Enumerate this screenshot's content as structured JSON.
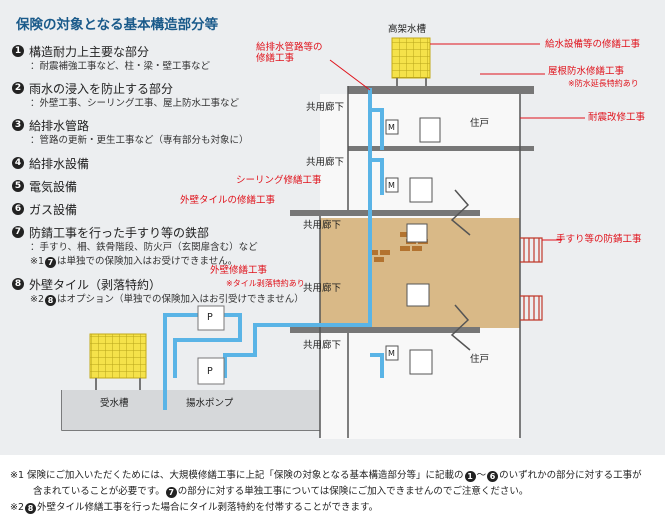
{
  "title": "保険の対象となる基本構造部分等",
  "items": [
    {
      "num": "1",
      "head": "構造耐力上主要な部分",
      "sub": "：耐震補強工事など、柱・梁・壁工事など"
    },
    {
      "num": "2",
      "head": "雨水の浸入を防止する部分",
      "sub": "：外壁工事、シーリング工事、屋上防水工事など"
    },
    {
      "num": "3",
      "head": "給排水管路",
      "sub": "：管路の更新・更生工事など（専有部分も対象に）"
    },
    {
      "num": "4",
      "head": "給排水設備",
      "sub": ""
    },
    {
      "num": "5",
      "head": "電気設備",
      "sub": ""
    },
    {
      "num": "6",
      "head": "ガス設備",
      "sub": ""
    },
    {
      "num": "7",
      "head": "防錆工事を行った手すり等の鉄部",
      "sub": "：手すり、柵、鉄骨階段、防火戸（玄関扉含む）など",
      "note_pre": "※1",
      "note_num": "7",
      "note_post": "は単独での保険加入はお受けできません。"
    },
    {
      "num": "8",
      "head": "外壁タイル（剥落特約）",
      "sub": "",
      "note_pre": "※2",
      "note_num": "8",
      "note_post": "はオプション（単独での保険加入はお引受けできません）"
    }
  ],
  "labels": {
    "tank_roof": "高架水槽",
    "drain_pipe": [
      "給排水管路等の",
      "修繕工事"
    ],
    "water_equipment": "給水設備等の修繕工事",
    "roof_waterproof": "屋根防水修繕工事",
    "roof_waterproof_note": "※防水延長特約あり",
    "seismic": "耐震改修工事",
    "sealing": "シーリング修繕工事",
    "tile_repair": "外壁タイルの修繕工事",
    "handrail": "手すり等の防錆工事",
    "wall_repair": "外壁修繕工事",
    "wall_repair_note": "※タイル剥落特約あり",
    "corridor": "共用廊下",
    "dwelling": "住戸",
    "receiving_tank": "受水槽",
    "pump": "揚水ポンプ",
    "pump_mark": "P",
    "meter_mark": "M"
  },
  "footer": {
    "note1_a": "※1 保険にご加入いただくためには、大規模修繕工事に上記「保険の対象となる基本構造部分等」に記載の",
    "note1_num1": "1",
    "note1_b": "～",
    "note1_num2": "6",
    "note1_c": "のいずれかの部分に対する工事が",
    "note1_d": "含まれていることが必要です。",
    "note1_num3": "7",
    "note1_e": "の部分に対する単独工事については保険にご加入できませんのでご注意ください。",
    "note2_a": "※2",
    "note2_num": "8",
    "note2_b": "外壁タイル修繕工事を行った場合にタイル剥落特約を付帯することができます。"
  },
  "colors": {
    "accent": "#1a5a8a",
    "label_red": "#e0121b",
    "pipe": "#5ab4e6",
    "tank": "#f2e24a",
    "tile": "#d9b987"
  }
}
